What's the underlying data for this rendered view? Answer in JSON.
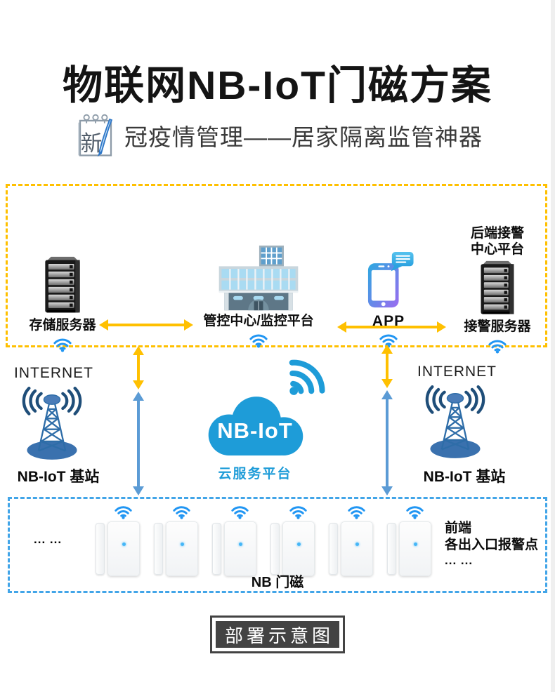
{
  "title": "物联网NB-IoT门磁方案",
  "subtitle": {
    "badge": "新",
    "text": "冠疫情管理——居家隔离监管神器"
  },
  "platform_box": {
    "storage_server": {
      "label": "存储服务器"
    },
    "control_center": {
      "label": "管控中心/监控平台"
    },
    "app": {
      "label": "APP"
    },
    "alarm_server": {
      "label": "接警服务器",
      "caption_line1": "后端接警",
      "caption_line2": "中心平台"
    }
  },
  "network": {
    "left": {
      "internet": "INTERNET",
      "station": "NB-IoT 基站"
    },
    "right": {
      "internet": "INTERNET",
      "station": "NB-IoT 基站"
    },
    "cloud": {
      "name": "NB-IoT",
      "caption": "云服务平台"
    }
  },
  "frontend_box": {
    "ellipsis": "... ...",
    "sensors": 6,
    "note_line1": "前端",
    "note_line2": "各出入口报警点",
    "note_line3": "... ...",
    "label": "NB 门磁"
  },
  "caption": "部署示意图",
  "colors": {
    "gold": "#FFC000",
    "arrow_blue": "#5B9BD5",
    "wifi_blue": "#2196F3",
    "cloud_blue": "#1E9CD8",
    "platform_border": "#FFC000",
    "frontend_border": "#42A5E8"
  }
}
